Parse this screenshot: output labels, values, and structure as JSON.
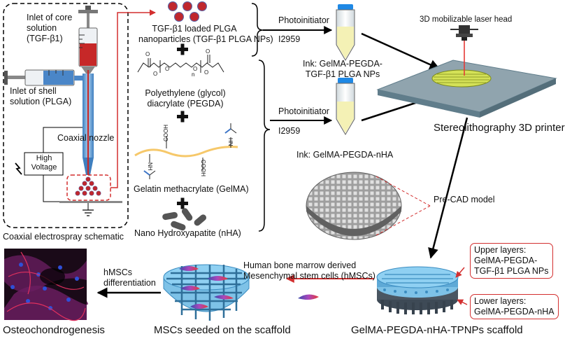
{
  "electrospray": {
    "core_inlet": [
      "Inlet of core",
      "solution",
      "(TGF-β1)"
    ],
    "shell_inlet": [
      "Inlet of shell",
      "solution (PLGA)"
    ],
    "coaxial_nozzle": "Coaxial nozzle",
    "high_voltage": [
      "High",
      "Voltage"
    ],
    "schematic_title": "Coaxial electrospray schematic"
  },
  "components": {
    "nanoparticles": [
      "TGF-β1 loaded PLGA",
      "nanoparticles (TGF-β1 PLGA NPs)"
    ],
    "pegda_label": [
      "Polyethylene (glycol)",
      "diacrylate (PEGDA)"
    ],
    "pegda_n": "n",
    "gelma_label": "Gelatin methacrylate (GelMA)",
    "gelma_cooh": "COOH",
    "gelma_nh": "NH",
    "nha_label": "Nano Hydroxyapatite (nHA)"
  },
  "inks": {
    "photoinitiator_1": "Photoinitiator",
    "i2959_1": "I2959",
    "ink1": [
      "Ink: GelMA-PEGDA-",
      "TGF-β1 PLGA NPs"
    ],
    "photoinitiator_2": "Photoinitiator",
    "i2959_2": "I2959",
    "ink2": "Ink: GelMA-PEGDA-nHA"
  },
  "printer": {
    "laser_head": "3D mobilizable laser head",
    "title": "Stereolithography 3D printer"
  },
  "model": {
    "pre_cad": "Pre-CAD model"
  },
  "scaffold": {
    "upper_layers": [
      "Upper layers:",
      "GelMA-PEGDA-",
      "TGF-β1 PLGA NPs"
    ],
    "lower_layers": [
      "Lower layers:",
      "GelMA-PEGDA-nHA"
    ],
    "title": "GelMA-PEGDA-nHA-TPNPs scaffold"
  },
  "cells": {
    "hmsc_source": [
      "Human bone marrow derived",
      "Mesenchymal  stem cells (hMSCs)"
    ],
    "seeded_title": "MSCs seeded on the scaffold",
    "differentiation": [
      "hMSCs",
      "differentiation"
    ],
    "outcome": "Osteochondrogenesis"
  }
}
